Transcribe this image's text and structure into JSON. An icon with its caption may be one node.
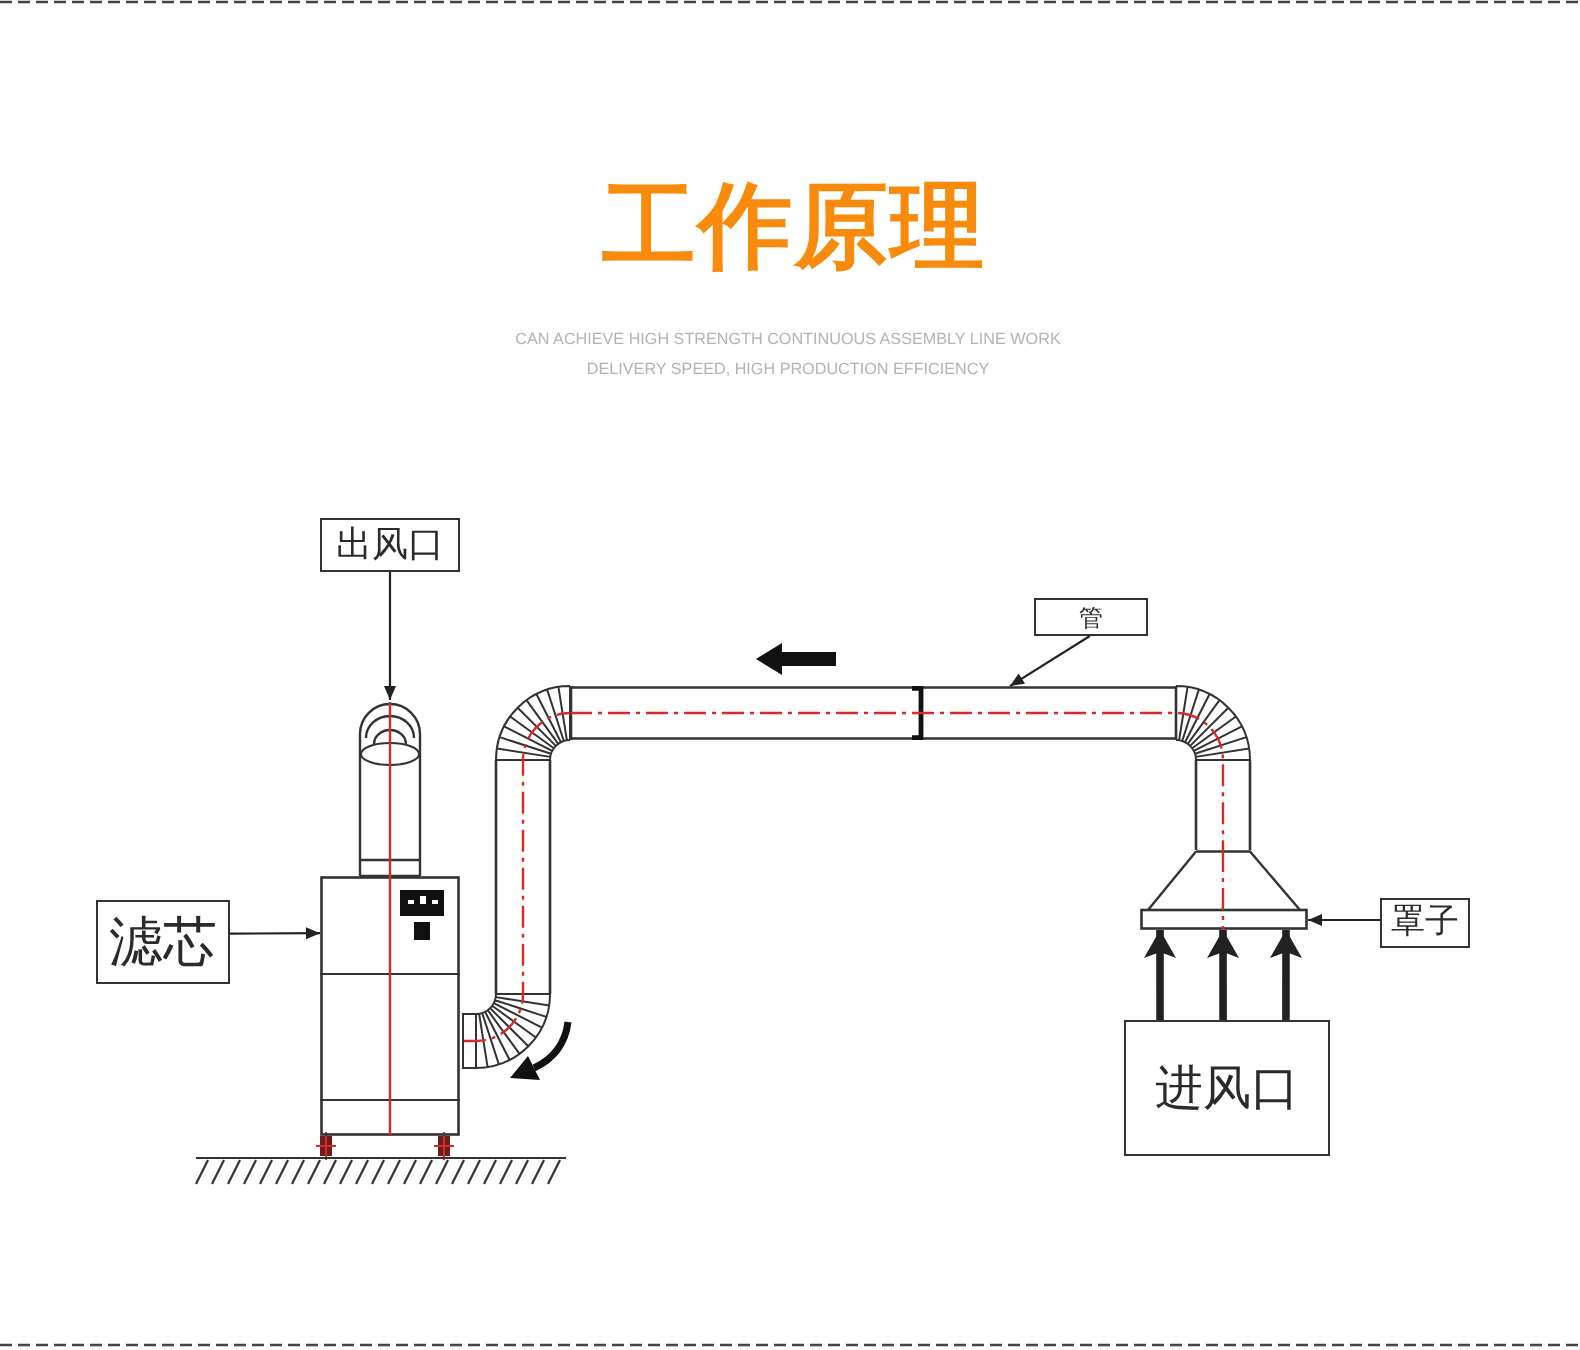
{
  "diagram": {
    "title": "工作原理",
    "nodes": [
      {
        "text": [
          "出风口"
        ]
      },
      {
        "text": [
          "管"
        ]
      },
      {
        "text": [
          "滤芯"
        ]
      },
      {
        "text": [
          "罩子"
        ]
      },
      {
        "text": [
          "进风口"
        ]
      },
      {
        "text": [],
        "shape": "cylinder"
      },
      {
        "text": [],
        "shape": "picture"
      },
      {
        "text": [],
        "shape": "picture"
      },
      {
        "text": [],
        "shape": "picture"
      },
      {
        "text": [],
        "shape": "picture"
      }
    ],
    "edges": [
      {
        "from": 0,
        "to": 5,
        "arrow": "to"
      },
      {
        "from": 1,
        "to": 6,
        "arrow": "to"
      },
      {
        "from": 2,
        "to": 7,
        "arrow": "to"
      },
      {
        "from": 3,
        "to": 8,
        "arrow": "to"
      },
      {
        "from": 4,
        "to": 8,
        "arrow": "to",
        "style": "thick"
      },
      {
        "from": 4,
        "to": 8,
        "arrow": "to",
        "style": "thick"
      },
      {
        "from": 4,
        "to": 8,
        "arrow": "to",
        "style": "thick"
      }
    ],
    "labels": [
      "CAN ACHIEVE HIGH STRENGTH CONTINUOUS ASSEMBLY LINE WORK DELIVERY SPEED, HIGH PRODUCTION EFFICIENCY"
    ]
  }
}
